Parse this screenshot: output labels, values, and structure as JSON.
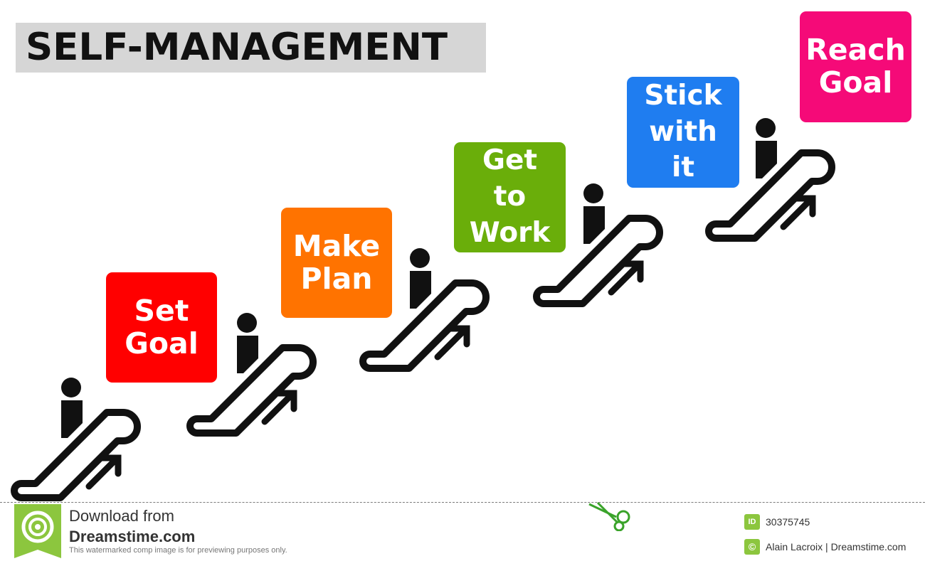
{
  "title": "SELF-MANAGEMENT",
  "steps": [
    {
      "label": "Set\nGoal",
      "color": "#ff0000"
    },
    {
      "label": "Make\nPlan",
      "color": "#ff7300"
    },
    {
      "label": "Get\nto\nWork",
      "color": "#6aae0a"
    },
    {
      "label": "Stick\nwith\nit",
      "color": "#1f7df0"
    },
    {
      "label": "Reach\nGoal",
      "color": "#f50a78"
    }
  ],
  "footer": {
    "download_text": "Download from",
    "brand": "Dreamstime.com",
    "notice": "This watermarked comp image is for previewing purposes only.",
    "id_badge": "ID",
    "image_id": "30375745",
    "copyright_badge": "©",
    "credit": "Alain Lacroix | Dreamstime.com"
  },
  "colors": {
    "icon": "#111111",
    "title_background": "#d6d6d6",
    "brand_green": "#8cc63e"
  }
}
